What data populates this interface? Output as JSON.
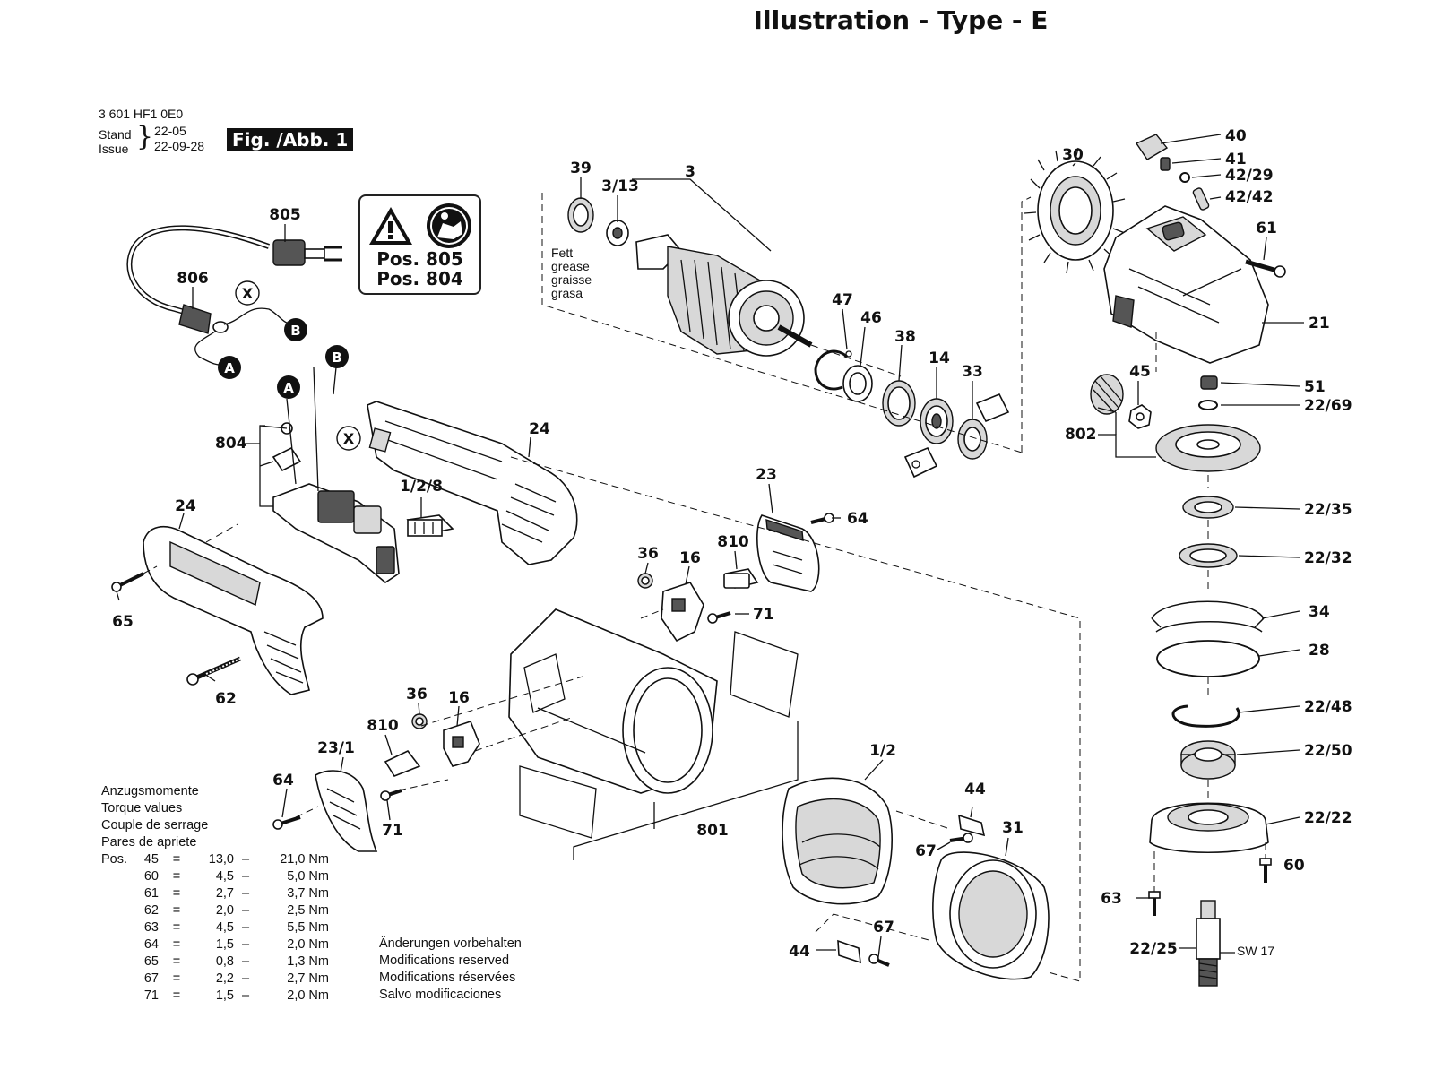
{
  "title": "Illustration - Type - E",
  "header": {
    "part_number": "3 601 HF1 0E0",
    "stand_label": "Stand",
    "issue_label": "Issue",
    "stand_value": "22-05",
    "issue_value": "22-09-28",
    "figure_label": "Fig. /Abb. 1"
  },
  "warning_box": {
    "icons": [
      "warning-triangle-icon",
      "read-manual-icon"
    ],
    "lines": [
      "Pos. 805",
      "Pos. 804"
    ]
  },
  "grease_note": [
    "Fett",
    "grease",
    "graisse",
    "grasa"
  ],
  "callouts": [
    {
      "id": "805",
      "text": "805"
    },
    {
      "id": "806",
      "text": "806"
    },
    {
      "id": "804",
      "text": "804"
    },
    {
      "id": "24a",
      "text": "24"
    },
    {
      "id": "24b",
      "text": "24"
    },
    {
      "id": "65",
      "text": "65"
    },
    {
      "id": "62",
      "text": "62"
    },
    {
      "id": "1-2-8",
      "text": "1/2/8"
    },
    {
      "id": "39",
      "text": "39"
    },
    {
      "id": "3-13",
      "text": "3/13"
    },
    {
      "id": "3",
      "text": "3"
    },
    {
      "id": "47",
      "text": "47"
    },
    {
      "id": "46",
      "text": "46"
    },
    {
      "id": "38",
      "text": "38"
    },
    {
      "id": "14",
      "text": "14"
    },
    {
      "id": "33",
      "text": "33"
    },
    {
      "id": "23",
      "text": "23"
    },
    {
      "id": "64a",
      "text": "64"
    },
    {
      "id": "810a",
      "text": "810"
    },
    {
      "id": "36a",
      "text": "36"
    },
    {
      "id": "16a",
      "text": "16"
    },
    {
      "id": "71a",
      "text": "71"
    },
    {
      "id": "36b",
      "text": "36"
    },
    {
      "id": "16b",
      "text": "16"
    },
    {
      "id": "810b",
      "text": "810"
    },
    {
      "id": "23-1",
      "text": "23/1"
    },
    {
      "id": "64b",
      "text": "64"
    },
    {
      "id": "71b",
      "text": "71"
    },
    {
      "id": "801",
      "text": "801"
    },
    {
      "id": "1-2",
      "text": "1/2"
    },
    {
      "id": "44a",
      "text": "44"
    },
    {
      "id": "67a",
      "text": "67"
    },
    {
      "id": "31",
      "text": "31"
    },
    {
      "id": "67b",
      "text": "67"
    },
    {
      "id": "44b",
      "text": "44"
    },
    {
      "id": "30",
      "text": "30"
    },
    {
      "id": "40",
      "text": "40"
    },
    {
      "id": "41",
      "text": "41"
    },
    {
      "id": "42-29",
      "text": "42/29"
    },
    {
      "id": "42-42",
      "text": "42/42"
    },
    {
      "id": "61",
      "text": "61"
    },
    {
      "id": "21",
      "text": "21"
    },
    {
      "id": "45",
      "text": "45"
    },
    {
      "id": "51",
      "text": "51"
    },
    {
      "id": "22-69",
      "text": "22/69"
    },
    {
      "id": "802",
      "text": "802"
    },
    {
      "id": "22-35",
      "text": "22/35"
    },
    {
      "id": "22-32",
      "text": "22/32"
    },
    {
      "id": "34",
      "text": "34"
    },
    {
      "id": "28",
      "text": "28"
    },
    {
      "id": "22-48",
      "text": "22/48"
    },
    {
      "id": "22-50",
      "text": "22/50"
    },
    {
      "id": "22-22",
      "text": "22/22"
    },
    {
      "id": "60",
      "text": "60"
    },
    {
      "id": "63",
      "text": "63"
    },
    {
      "id": "22-25",
      "text": "22/25"
    }
  ],
  "markers": {
    "a": "A",
    "b": "B",
    "x": "X"
  },
  "sw_note": "SW 17",
  "torque": {
    "headers": [
      "Anzugsmomente",
      "Torque values",
      "Couple de serrage",
      "Pares de apriete"
    ],
    "prefix": "Pos.",
    "rows": [
      {
        "pos": "45",
        "min": "13,0",
        "max": "21,0 Nm"
      },
      {
        "pos": "60",
        "min": "4,5",
        "max": "5,0 Nm"
      },
      {
        "pos": "61",
        "min": "2,7",
        "max": "3,7 Nm"
      },
      {
        "pos": "62",
        "min": "2,0",
        "max": "2,5 Nm"
      },
      {
        "pos": "63",
        "min": "4,5",
        "max": "5,5 Nm"
      },
      {
        "pos": "64",
        "min": "1,5",
        "max": "2,0 Nm"
      },
      {
        "pos": "65",
        "min": "0,8",
        "max": "1,3 Nm"
      },
      {
        "pos": "67",
        "min": "2,2",
        "max": "2,7 Nm"
      },
      {
        "pos": "71",
        "min": "1,5",
        "max": "2,0 Nm"
      }
    ]
  },
  "modifications_note": [
    "Änderungen vorbehalten",
    "Modifications reserved",
    "Modifications réservées",
    "Salvo modificaciones"
  ]
}
